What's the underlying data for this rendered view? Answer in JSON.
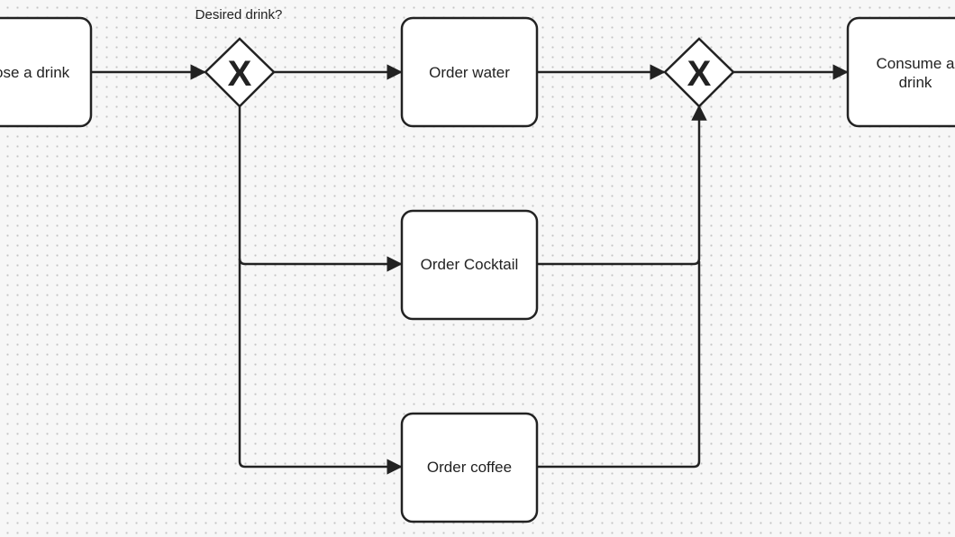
{
  "diagram": {
    "tasks": {
      "choose": {
        "label": "Choose a drink"
      },
      "water": {
        "label": "Order water"
      },
      "cocktail": {
        "label": "Order Cocktail"
      },
      "coffee": {
        "label": "Order coffee"
      },
      "consume": {
        "label_line1": "Consume a",
        "label_line2": "drink"
      }
    },
    "gateways": {
      "split": {
        "marker": "X",
        "label": "Desired drink?"
      },
      "merge": {
        "marker": "X"
      }
    },
    "colors": {
      "stroke": "#222222",
      "task_fill": "#ffffff",
      "background": "#f7f7f7",
      "grid_dot": "#c4c4c4"
    }
  }
}
